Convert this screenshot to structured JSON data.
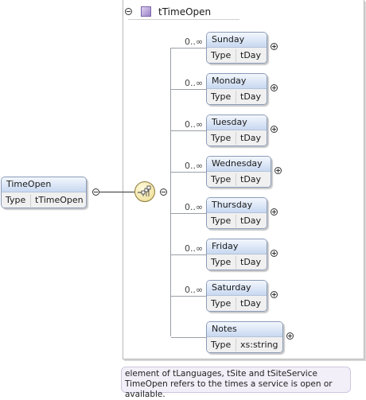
{
  "type_box": {
    "title": "tTimeOpen"
  },
  "root": {
    "name": "TimeOpen",
    "type_label": "Type",
    "type_value": "tTimeOpen"
  },
  "children": [
    {
      "name": "Sunday",
      "card": "0..∞",
      "type_label": "Type",
      "type_value": "tDay"
    },
    {
      "name": "Monday",
      "card": "0..∞",
      "type_label": "Type",
      "type_value": "tDay"
    },
    {
      "name": "Tuesday",
      "card": "0..∞",
      "type_label": "Type",
      "type_value": "tDay"
    },
    {
      "name": "Wednesday",
      "card": "0..∞",
      "type_label": "Type",
      "type_value": "tDay"
    },
    {
      "name": "Thursday",
      "card": "0..∞",
      "type_label": "Type",
      "type_value": "tDay"
    },
    {
      "name": "Friday",
      "card": "0..∞",
      "type_label": "Type",
      "type_value": "tDay"
    },
    {
      "name": "Saturday",
      "card": "0..∞",
      "type_label": "Type",
      "type_value": "tDay"
    },
    {
      "name": "Notes",
      "card": "",
      "type_label": "Type",
      "type_value": "xs:string"
    }
  ],
  "documentation": {
    "line1": "element of tLanguages, tSite and tSiteService",
    "line2": "TimeOpen refers to the times a service is open or available."
  },
  "icons": {
    "collapse": "collapse-icon",
    "expand": "expand-icon",
    "sequence": "sequence-icon",
    "complex_type": "complex-type-icon"
  }
}
